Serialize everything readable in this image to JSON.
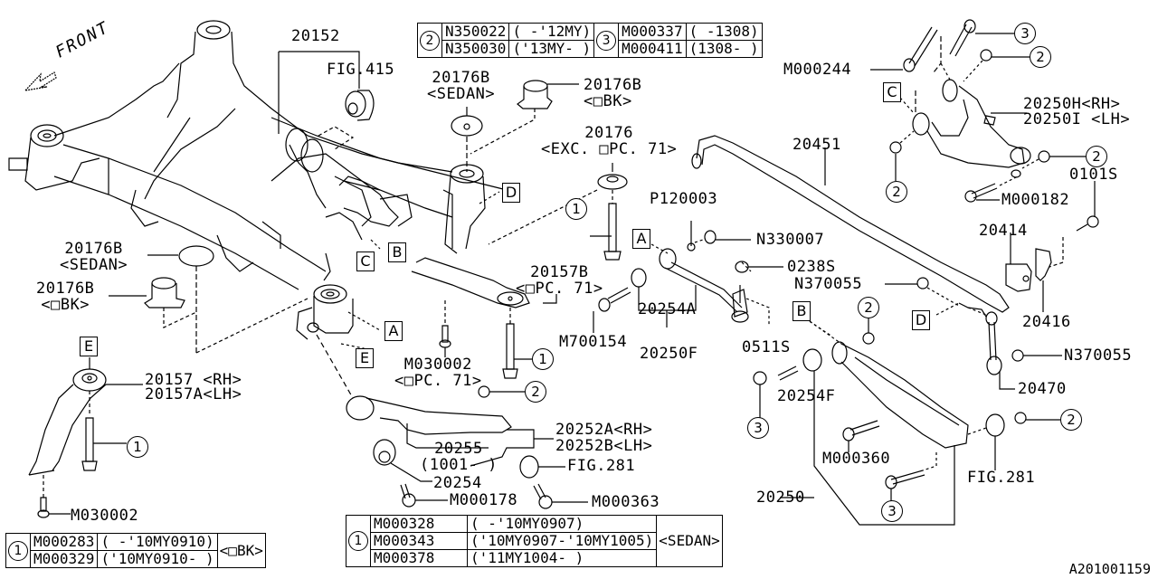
{
  "diagram": {
    "title": "Rear suspension crossmember parts diagram",
    "diagram_id": "A201001159",
    "front_label": "FRONT"
  },
  "tables": {
    "top": {
      "groups": [
        {
          "ref": "2",
          "rows": [
            {
              "part": "N350022",
              "range": "( -'12MY)"
            },
            {
              "part": "N350030",
              "range": "('13MY- )"
            }
          ]
        },
        {
          "ref": "3",
          "rows": [
            {
              "part": "M000337",
              "range": "( -1308)"
            },
            {
              "part": "M000411",
              "range": "(1308- )"
            }
          ]
        }
      ]
    },
    "bottom_left": {
      "ref": "1",
      "rows": [
        {
          "part": "M000283",
          "range": "( -'10MY0910)"
        },
        {
          "part": "M000329",
          "range": "('10MY0910- )"
        }
      ],
      "note": "<□BK>"
    },
    "bottom_center": {
      "ref": "1",
      "rows": [
        {
          "part": "M000328",
          "range": "( -'10MY0907)"
        },
        {
          "part": "M000343",
          "range": "('10MY0907-'10MY1005)"
        },
        {
          "part": "M000378",
          "range": "('11MY1004- )"
        }
      ],
      "note": "<SEDAN>"
    }
  },
  "labels": {
    "p20152": "20152",
    "fig415": "FIG.415",
    "p20176b_sedan_top": "20176B\n<SEDAN>",
    "p20176b_obk_top": "20176B\n<□BK>",
    "p20176": "20176\n<EXC. □PC. 71>",
    "p20451": "20451",
    "m000244": "M000244",
    "p20250h": "20250H<RH>",
    "p20250i": "20250I <LH>",
    "m000182": "M000182",
    "s0101": "0101S",
    "p120003": "P120003",
    "n330007": "N330007",
    "s0238": "0238S",
    "n370055_a": "N370055",
    "n370055_b": "N370055",
    "p20414": "20414",
    "p20416": "20416",
    "p20470": "20470",
    "p20176b_sedan_left": "20176B\n<SEDAN>",
    "p20176b_obk_left": "20176B\n<□BK>",
    "p20157b": "20157B\n<□PC. 71>",
    "m700154": "M700154",
    "p20254a": "20254A",
    "p20250f": "20250F",
    "s0511": "0511S",
    "m030002_center": "M030002\n<□PC. 71>",
    "p20157": "20157 <RH>",
    "p20157a": "20157A<LH>",
    "m030002_left": "M030002",
    "p20252a": "20252A<RH>",
    "p20252b": "20252B<LH>",
    "p20255": "20255\n(1001- )",
    "p20254": "20254",
    "fig281_a": "FIG.281",
    "m000178": "M000178",
    "m000363": "M000363",
    "p20254f": "20254F",
    "m000360": "M000360",
    "p20250": "20250",
    "fig281_b": "FIG.281"
  },
  "callouts": {
    "box_refs": [
      "A",
      "B",
      "C",
      "D",
      "E"
    ],
    "circle_refs": [
      "1",
      "2",
      "3"
    ]
  }
}
